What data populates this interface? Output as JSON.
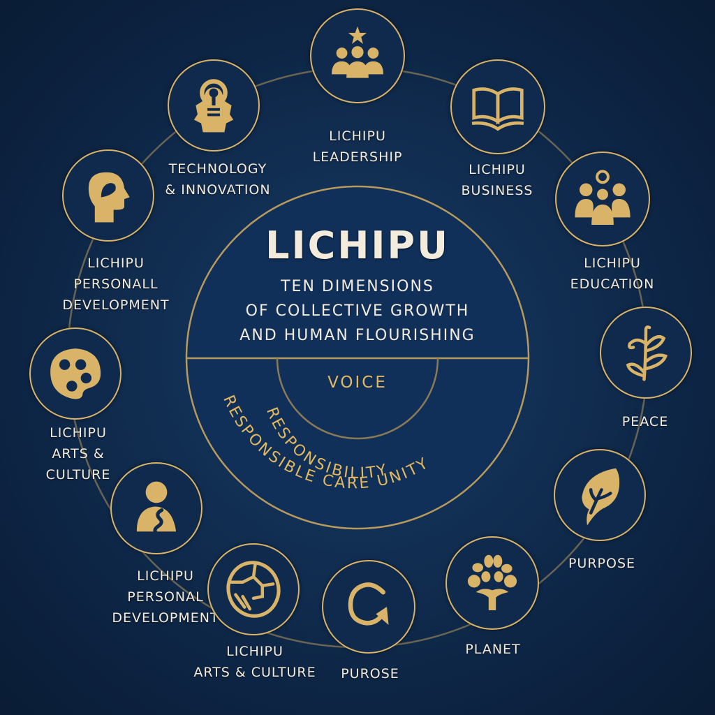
{
  "colors": {
    "background": "#112e52",
    "gold": "#d9b468",
    "text": "#f3ecdc",
    "accent_text": "#e3b95e"
  },
  "center": {
    "title": "LICHIPU",
    "subtitle_lines": [
      "TEN DIMENSIONS",
      "OF COLLECTIVE GROWTH",
      "AND HUMAN FLOURISHING"
    ],
    "inner_label": "VOICE",
    "arc_words": {
      "inner_arc": "RESPONSIBILITY",
      "outer_arc_left": "RESPONSIBLE",
      "outer_arc_mid": "CARE",
      "outer_arc_right": "UNITY"
    }
  },
  "nodes": [
    {
      "id": "leadership",
      "icon": "group-star-icon",
      "lines": [
        "LICHIPU",
        "LEADERSHIP"
      ]
    },
    {
      "id": "business",
      "icon": "open-book-icon",
      "lines": [
        "LICHIPU",
        "BUSINESS"
      ]
    },
    {
      "id": "education",
      "icon": "community-icon",
      "lines": [
        "LICHIPU",
        "EDUCATION"
      ]
    },
    {
      "id": "peace",
      "icon": "sprig-icon",
      "lines": [
        "PEACE"
      ]
    },
    {
      "id": "purpose-right",
      "icon": "leaf-icon",
      "lines": [
        "PURPOSE"
      ]
    },
    {
      "id": "planet",
      "icon": "tree-icon",
      "lines": [
        "PLANET"
      ]
    },
    {
      "id": "purose",
      "icon": "cycle-arrow-icon",
      "lines": [
        "PUROSE"
      ]
    },
    {
      "id": "arts-culture-bottom",
      "icon": "globe-network-icon",
      "lines": [
        "LICHIPU",
        "ARTS & CULTURE"
      ]
    },
    {
      "id": "personal-development-lower",
      "icon": "person-heart-icon",
      "lines": [
        "LICHIPU",
        "PERSONAL",
        "DEVELOPMENT"
      ]
    },
    {
      "id": "arts-culture-left",
      "icon": "palette-icon",
      "lines": [
        "LICHIPU",
        "ARTS &",
        "CULTURE"
      ]
    },
    {
      "id": "personall-development",
      "icon": "head-profile-icon",
      "lines": [
        "LICHIPU",
        "PERSONALL",
        "DEVELOPMENT"
      ]
    },
    {
      "id": "technology-innovation",
      "icon": "lightbulb-gear-icon",
      "lines": [
        "TECHNOLOGY",
        "& INNOVATION"
      ]
    }
  ]
}
